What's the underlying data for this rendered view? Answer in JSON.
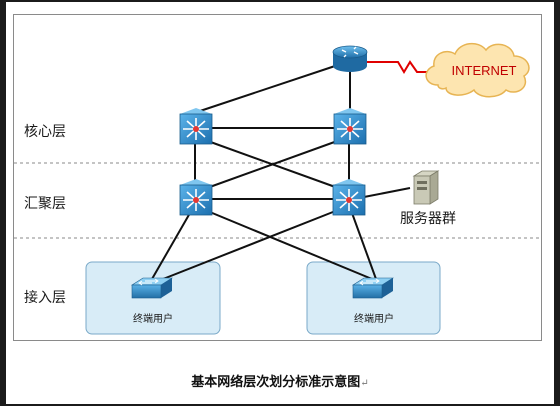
{
  "internet_cloud": {
    "label": "INTERNET"
  },
  "layers": {
    "core": "核心层",
    "aggregation": "汇聚层",
    "access": "接入层"
  },
  "server_group": {
    "label": "服务器群"
  },
  "access_groups": [
    {
      "label": "终端用户"
    },
    {
      "label": "终端用户"
    }
  ],
  "caption": {
    "text": "基本网络层次划分标准示意图",
    "mark": "↵"
  },
  "colors": {
    "device_blue": "#2e86c8",
    "access_box_fill": "#d8ecf7",
    "wan_link": "#e00000"
  }
}
